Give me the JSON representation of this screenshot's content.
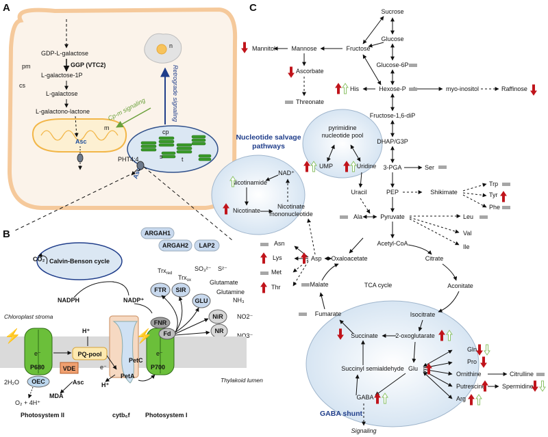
{
  "panels": {
    "a": "A",
    "b": "B",
    "c": "C"
  },
  "panelA": {
    "pm": "pm",
    "cs": "cs",
    "m": "m",
    "n": "n",
    "cp": "cp",
    "ggp": "GGP (VTC2)",
    "pathway": [
      "GDP-L-galactose",
      "L-galactose-1P",
      "L-galactose",
      "L-galactono-lactone"
    ],
    "asc": "Asc",
    "cpm_signaling": "Cp-m signaling",
    "retrograde": "Retrograde signaling",
    "pht": "PHT4;4",
    "asc2": "Asc",
    "s": "s",
    "t": "t"
  },
  "panelB": {
    "co2": "CO₂",
    "calvin": "Calvin-Benson cycle",
    "argah1": "ARGAH1",
    "argah2": "ARGAH2",
    "lap2": "LAP2",
    "trxred": "Trx",
    "trxred_sub": "red",
    "trxox": "Trx",
    "trxox_sub": "ox",
    "so3": "SO₃²⁻",
    "s2": "S²⁻",
    "glutamate": "Glutamate",
    "glutamine": "Glutamine",
    "nh3": "NH₃",
    "ftr": "FTR",
    "sir": "SIR",
    "glu": "GLU",
    "nir": "NiR",
    "nr": "NR",
    "no2": "NO2⁻",
    "no3": "NO3⁻",
    "fnr": "FNR",
    "fd": "Fd",
    "nadph": "NADPH",
    "nadp": "NADP⁺",
    "stroma": "Chloroplast stroma",
    "lumen": "Thylakoid lumen",
    "hplus": "H⁺",
    "hplus2": "H⁺",
    "p680": "P680",
    "p700": "P700",
    "eminus": "e⁻",
    "pqpool": "PQ-pool",
    "vde": "VDE",
    "oec": "OEC",
    "asc": "Asc",
    "mda": "MDA",
    "water": "2H₂O",
    "o2": "O₂ + 4H⁺",
    "petc": "PetC",
    "peta": "PetA",
    "ps2": "Photosystem II",
    "cytb6f": "cytb₆f",
    "ps1": "Photosystem I"
  },
  "panelC": {
    "sucrose": "Sucrose",
    "glucose": "Glucose",
    "fructose": "Fructose",
    "mannose": "Mannose",
    "mannitol": "Mannitol",
    "ascorbate": "Ascorbate",
    "threonate": "Threonate",
    "glucose6p": "Glucose-6P",
    "hexosep": "Hexose-P",
    "his": "His",
    "myoinositol": "myo-inositol",
    "raffinose": "Raffinose",
    "fructose16": "Fructose-1,6-diP",
    "dhap": "DHAP/G3P",
    "pga": "3-PGA",
    "ser": "Ser",
    "pep": "PEP",
    "shikimate": "Shikimate",
    "trp": "Trp",
    "tyr": "Tyr",
    "phe": "Phe",
    "pyruvate": "Pyruvate",
    "ala": "Ala",
    "leu": "Leu",
    "val": "Val",
    "ile": "Ile",
    "acetylcoa": "Acetyl-CoA",
    "asn": "Asn",
    "lys": "Lys",
    "met": "Met",
    "thr": "Thr",
    "asp": "Asp",
    "oxaloacetate": "Oxaloacetate",
    "citrate": "Citrate",
    "malate": "Malate",
    "tca": "TCA cycle",
    "aconitate": "Aconitate",
    "fumarate": "Fumarate",
    "isocitrate": "Isocitrate",
    "succinate": "Succinate",
    "oxoglutarate": "2-oxoglutarate",
    "gln": "Gln",
    "pro": "Pro",
    "ornithine": "Ornithine",
    "citrulline": "Citrulline",
    "putrescine": "Putrescine",
    "spermidine": "Spermidine",
    "arg": "Arg",
    "gluc": "Glu",
    "ssa": "Succinyl semialdehyde",
    "gaba": "GABA",
    "gaba_shunt": "GABA shunt",
    "signaling": "Signaling",
    "pyr_pool_1": "pyrimidine",
    "pyr_pool_2": "nucleotide pool",
    "ump": "UMP",
    "uridine": "Uridine",
    "uracil": "Uracil",
    "nsp_1": "Nucleotide salvage",
    "nsp_2": "pathways",
    "nad": "NAD⁺",
    "nicotinamide": "Nicotinamide",
    "nicotinate": "Nicotinate",
    "nmn_1": "Nicotinate",
    "nmn_2": "mononucleotide"
  },
  "colors": {
    "up": "#c0141b",
    "down_green": "#8cc267",
    "nochange": "#a6a6a6",
    "cell_border": "#f5c99b",
    "cell_fill": "#fbf3ea",
    "chloroplast": "#dbe7f3",
    "thylakoid": "#3a9a2a",
    "ps_green": "#6bbf3a",
    "pq": "#fde9b0",
    "navy": "#1f3d8a"
  }
}
